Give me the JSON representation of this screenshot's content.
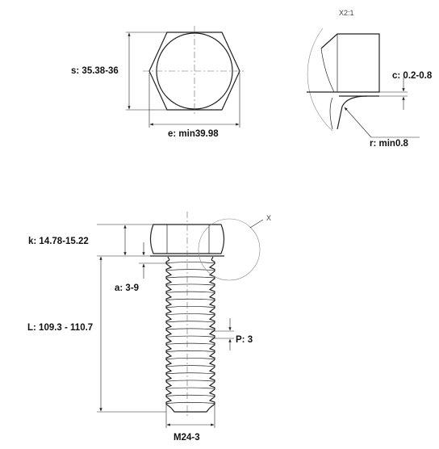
{
  "top_view": {
    "s_label": "s: 35.38-36",
    "e_label": "e: min39.98"
  },
  "detail_view": {
    "scale_label": "X2:1",
    "c_label": "c: 0.2-0.8",
    "r_label": "r: min0.8"
  },
  "side_view": {
    "detail_ref": "X",
    "k_label": "k: 14.78-15.22",
    "a_label": "a: 3-9",
    "L_label": "L: 109.3 - 110.7",
    "P_label": "P: 3",
    "thread_label": "M24-3"
  },
  "thread_pitch_count": 20,
  "colors": {
    "line": "#222222",
    "center_line": "#666666",
    "background": "#ffffff"
  }
}
